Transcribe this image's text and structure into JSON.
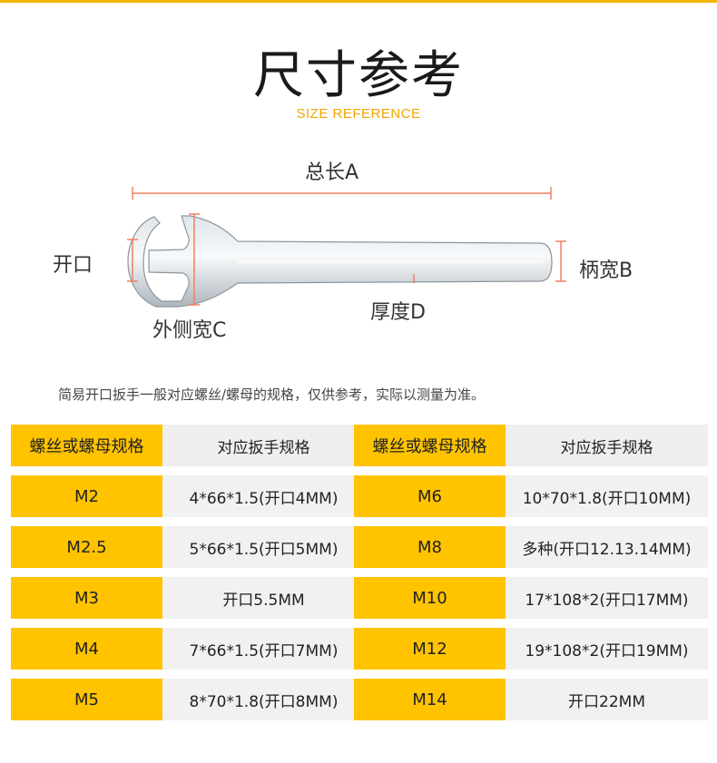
{
  "header": {
    "title": "尺寸参考",
    "subtitle": "SIZE REFERENCE"
  },
  "diagram": {
    "total_length": "总长A",
    "opening": "开口",
    "handle_width": "柄宽B",
    "thickness": "厚度D",
    "outer_width": "外侧宽C"
  },
  "note": "简易开口扳手一般对应螺丝/螺母的规格，仅供参考，实际以测量为准。",
  "colors": {
    "accent": "#ffc300",
    "dimension_line": "#f08060",
    "row_gray": "#f1f1f1"
  },
  "tables": [
    {
      "header": [
        "螺丝或螺母规格",
        "对应扳手规格"
      ],
      "rows": [
        [
          "M2",
          "4*66*1.5(开口4MM)"
        ],
        [
          "M2.5",
          "5*66*1.5(开口5MM)"
        ],
        [
          "M3",
          "开口5.5MM"
        ],
        [
          "M4",
          "7*66*1.5(开口7MM)"
        ],
        [
          "M5",
          "8*70*1.8(开口8MM)"
        ]
      ]
    },
    {
      "header": [
        "螺丝或螺母规格",
        "对应扳手规格"
      ],
      "rows": [
        [
          "M6",
          "10*70*1.8(开口10MM)"
        ],
        [
          "M8",
          "多种(开口12.13.14MM)"
        ],
        [
          "M10",
          "17*108*2(开口17MM)"
        ],
        [
          "M12",
          "19*108*2(开口19MM)"
        ],
        [
          "M14",
          "开口22MM"
        ]
      ]
    }
  ]
}
